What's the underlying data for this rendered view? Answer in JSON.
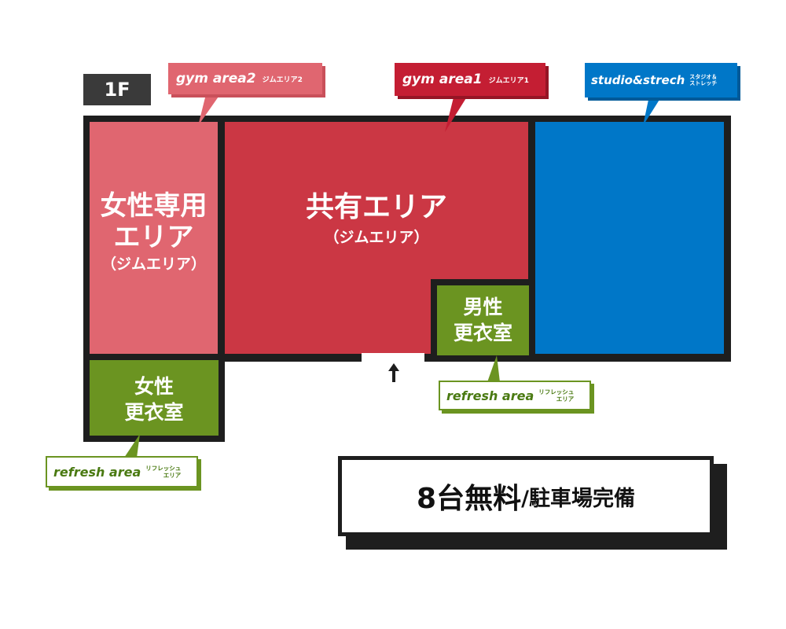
{
  "floor": {
    "label": "1F"
  },
  "rooms": {
    "women_gym": {
      "title_line1": "女性専用",
      "title_line2": "エリア",
      "subtitle": "（ジムエリア）"
    },
    "common_gym": {
      "title": "共有エリア",
      "subtitle": "（ジムエリア）"
    },
    "men_locker": {
      "line1": "男性",
      "line2": "更衣室"
    },
    "women_locker": {
      "line1": "女性",
      "line2": "更衣室"
    }
  },
  "callouts": {
    "gym_area2": {
      "en": "gym area2",
      "jp": "ジムエリア2"
    },
    "gym_area1": {
      "en": "gym area1",
      "jp": "ジムエリア1"
    },
    "studio": {
      "en": "studio&strech",
      "jp_line1": "スタジオ＆",
      "jp_line2": "ストレッチ"
    },
    "refresh_men": {
      "en": "refresh area",
      "jp_line1": "リフレッシュ",
      "jp_line2": "エリア"
    },
    "refresh_women": {
      "en": "refresh area",
      "jp_line1": "リフレッシュ",
      "jp_line2": "エリア"
    }
  },
  "parking": {
    "main": "8台無料",
    "sub": "/駐車場完備"
  },
  "colors": {
    "women_area": "#e06670",
    "common_area": "#cb3744",
    "studio_area": "#0077c8",
    "locker": "#6b9421",
    "wall": "#1e1e1e",
    "callout_red": "#c41e33",
    "callout_pink": "#e06670",
    "callout_blue": "#0077c8"
  },
  "icons": {
    "entrance": "arrow-up-icon"
  }
}
